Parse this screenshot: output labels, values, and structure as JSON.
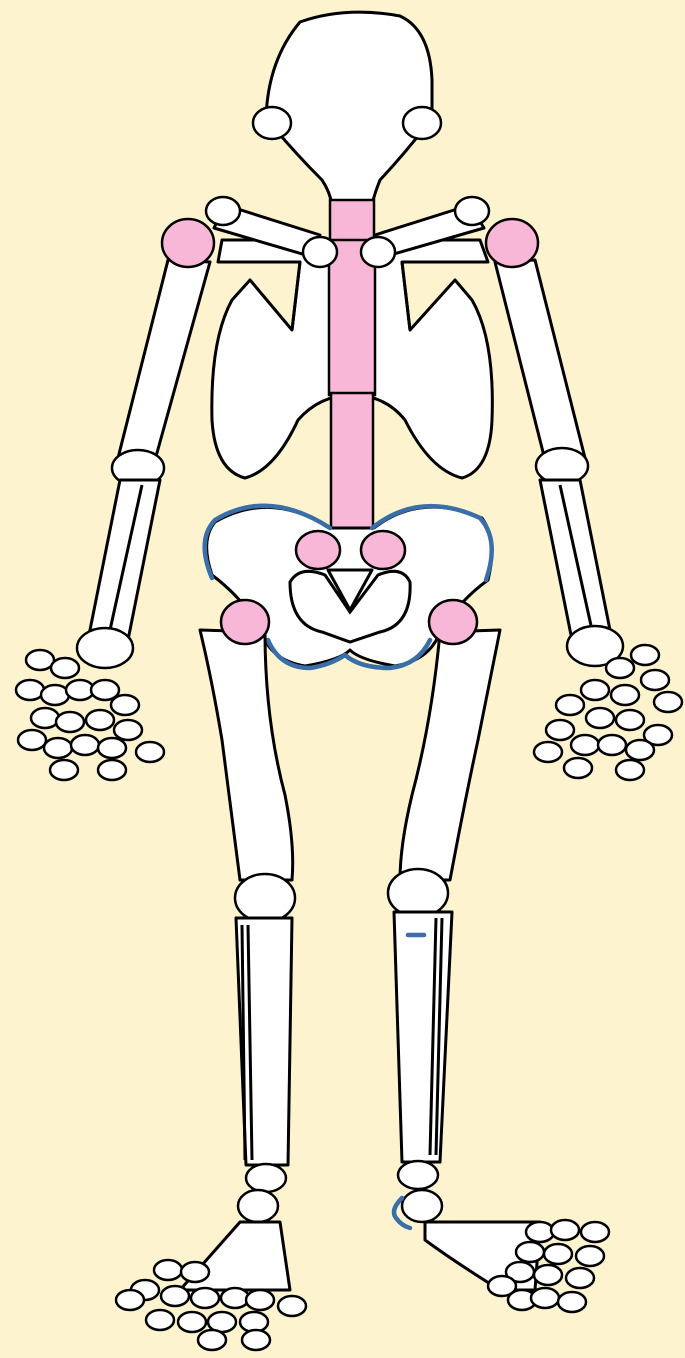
{
  "colors": {
    "background": "#fdf3cf",
    "bone": "#ffffff",
    "outline": "#000000",
    "highlight_pink": "#f9b7d8",
    "highlight_blue": "#3a6ea8"
  },
  "highlighted_regions": {
    "pink": [
      "cervical-spine",
      "thoracic-spine",
      "lumbar-spine",
      "left-shoulder",
      "right-shoulder",
      "left-hip",
      "right-hip",
      "left-sacroiliac",
      "right-sacroiliac"
    ],
    "blue": [
      "pelvis-outline",
      "left-knee-mark",
      "left-ankle-mark"
    ]
  }
}
